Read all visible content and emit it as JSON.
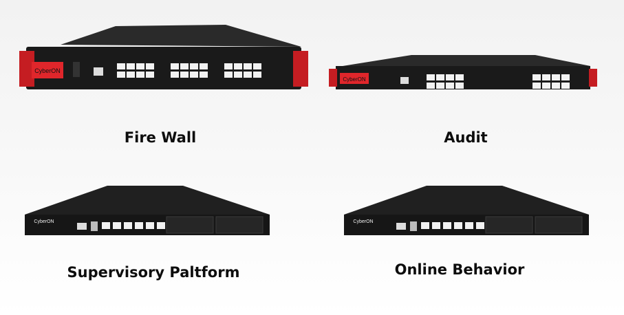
{
  "products": [
    {
      "id": "firewall",
      "label": "Fire Wall",
      "brand": "CyberON"
    },
    {
      "id": "audit",
      "label": "Audit",
      "brand": "CyberON"
    },
    {
      "id": "supervisory",
      "label": "Supervisory Paltform",
      "brand": "CyberON"
    },
    {
      "id": "online-behavior",
      "label": "Online Behavior",
      "brand": "CyberON"
    }
  ],
  "colors": {
    "chassis": "#1c1c1c",
    "brand_red": "#e0262b",
    "port": "#f2f2f2"
  }
}
